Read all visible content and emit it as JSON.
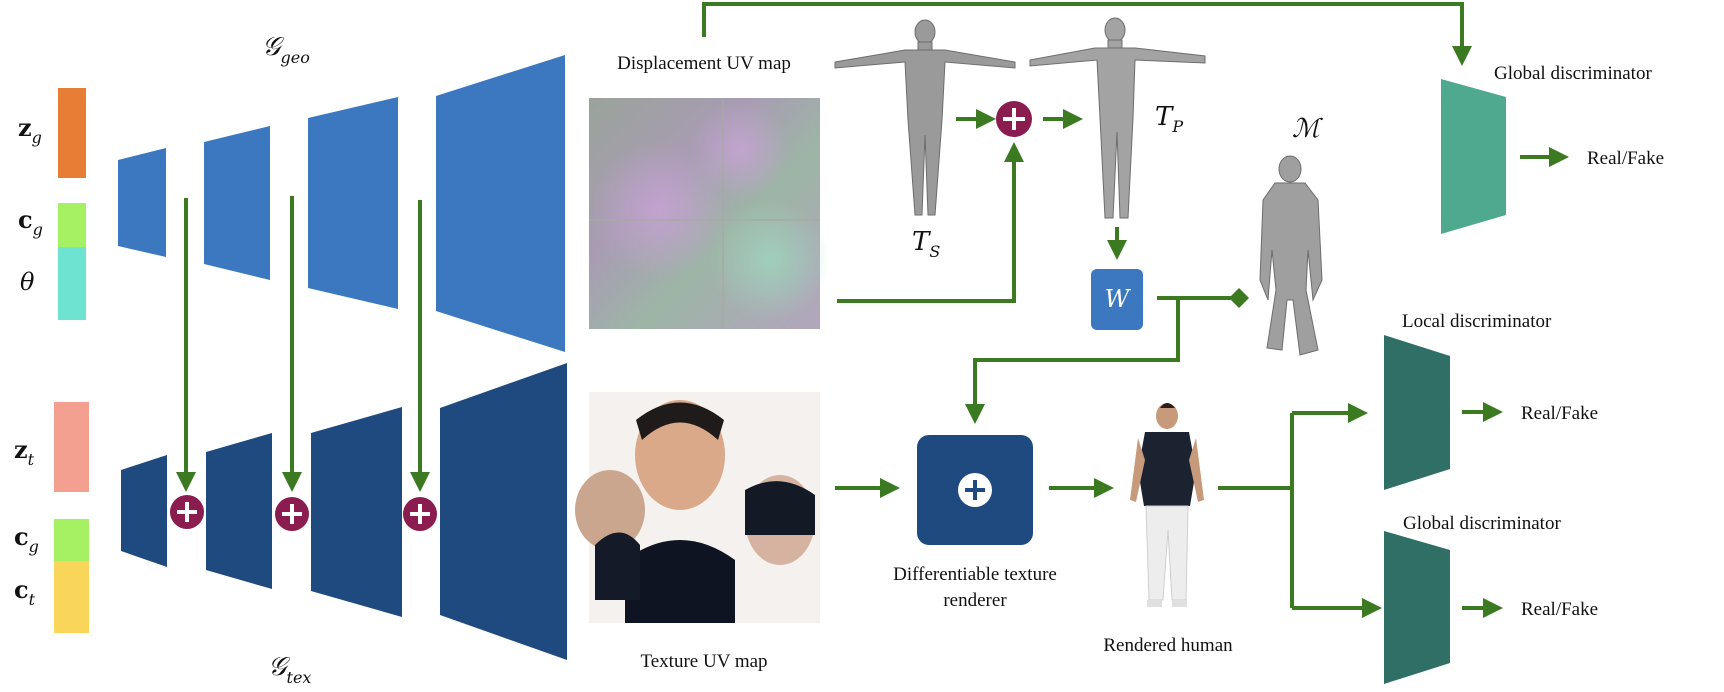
{
  "inputs": {
    "zg": {
      "main": "z",
      "sub": "g"
    },
    "cg_top": {
      "main": "c",
      "sub": "g"
    },
    "theta": "θ",
    "zt": {
      "main": "z",
      "sub": "t"
    },
    "cg_bottom": {
      "main": "c",
      "sub": "g"
    },
    "ct": {
      "main": "c",
      "sub": "t"
    }
  },
  "generators": {
    "geo": {
      "main": "𝒢",
      "sub": "geo"
    },
    "tex": {
      "main": "𝒢",
      "sub": "tex"
    }
  },
  "labels": {
    "displacement_uv": "Displacement UV map",
    "texture_uv": "Texture UV map",
    "ts": {
      "main": "T",
      "sub": "S"
    },
    "tp": {
      "main": "T",
      "sub": "P"
    },
    "w": "W",
    "mesh": "ℳ",
    "diff_renderer_line1": "Differentiable texture",
    "diff_renderer_line2": "renderer",
    "rendered_human": "Rendered human",
    "global_disc_top": "Global discriminator",
    "local_disc": "Local discriminator",
    "global_disc_bottom": "Global discriminator",
    "real_fake_1": "Real/Fake",
    "real_fake_2": "Real/Fake",
    "real_fake_3": "Real/Fake"
  },
  "colors": {
    "geo_blue": "#3b78bf",
    "tex_navy": "#1f4a7f",
    "arrow_green": "#3c7a22",
    "plus_maroon": "#8a1c4f",
    "zg": "#e67e35",
    "cg": "#a5f063",
    "theta": "#6ee3d2",
    "zt": "#f3a090",
    "ct": "#f9d65a",
    "global_disc_top": "#4fa98e",
    "disc_dark": "#2f6f66",
    "w_box": "#3b78bf"
  }
}
